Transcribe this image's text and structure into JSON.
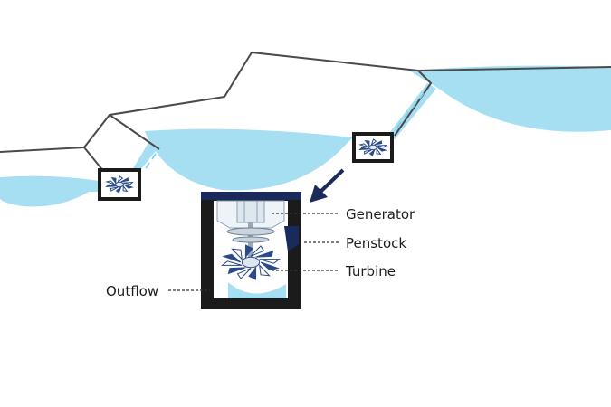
{
  "labels": {
    "generator": "Generator",
    "penstock": "Penstock",
    "turbine": "Turbine",
    "outflow": "Outflow"
  },
  "colors": {
    "water": "#a7dff2",
    "water_deep": "#7ccbe9",
    "terrain_line": "#4a4a4a",
    "housing": "#1b1b1b",
    "navy": "#1a2a5c",
    "turbine_blue": "#2a4a8a",
    "leader_line": "#333333"
  },
  "icons": {
    "pointer": "arrow-down-left-icon",
    "small_turbine": "turbine-icon"
  }
}
